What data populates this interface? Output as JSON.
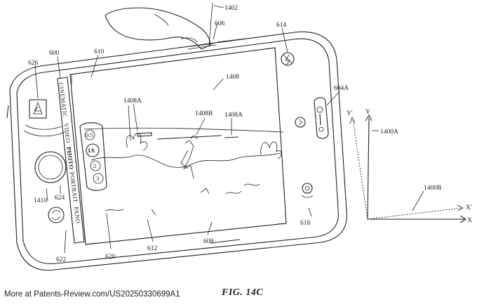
{
  "figure_label": "FIG. 14C",
  "footer_text": "More at Patents-Review.com/US20250330699A1",
  "modes": [
    "CINEMATIC",
    "VIDEO",
    "PHOTO",
    "PORTRAIT",
    "PANO"
  ],
  "zoom_levels": [
    "0.5",
    "1X",
    "2",
    "3"
  ],
  "axes": {
    "y_prime": "Y'",
    "y": "Y",
    "x_prime": "X'",
    "x": "X"
  },
  "reference_numerals": {
    "r1402": "1402",
    "r606": "606",
    "r614": "614",
    "r600": "600",
    "r610": "610",
    "r626": "626",
    "r1408": "1408",
    "r604A": "604A",
    "r1408A_left": "1408A",
    "r1408B": "1408B",
    "r1408A_right": "1408A",
    "r1400A": "1400A",
    "r1400B": "1400B",
    "r1410": "1410",
    "r624": "624",
    "r618": "618",
    "r622": "622",
    "r620": "620",
    "r612": "612",
    "r608": "608"
  }
}
